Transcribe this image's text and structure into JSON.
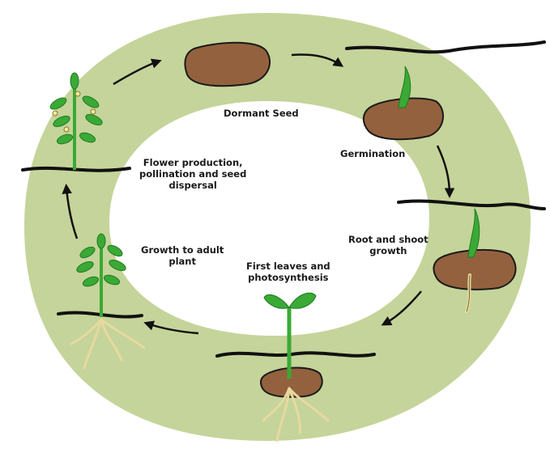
{
  "stages": [
    {
      "id": "dormant-seed",
      "label": "Dormant Seed"
    },
    {
      "id": "germination",
      "label": "Germination"
    },
    {
      "id": "root-shoot",
      "label": "Root and shoot\ngrowth"
    },
    {
      "id": "first-leaves",
      "label": "First leaves and\nphotosynthesis"
    },
    {
      "id": "adult-plant",
      "label": "Growth to adult\nplant"
    },
    {
      "id": "flowering",
      "label": "Flower production,\npollination and seed\ndispersal"
    }
  ],
  "colors": {
    "ring": "#c5d49a",
    "seed": "#93613e",
    "seed_outline": "#1a1a1a",
    "leaf": "#3aa935",
    "leaf_dark": "#1f7a22",
    "root": "#e7d9a0",
    "flower": "#f2e6a8",
    "arrow": "#111111",
    "soil_line": "#111111"
  }
}
